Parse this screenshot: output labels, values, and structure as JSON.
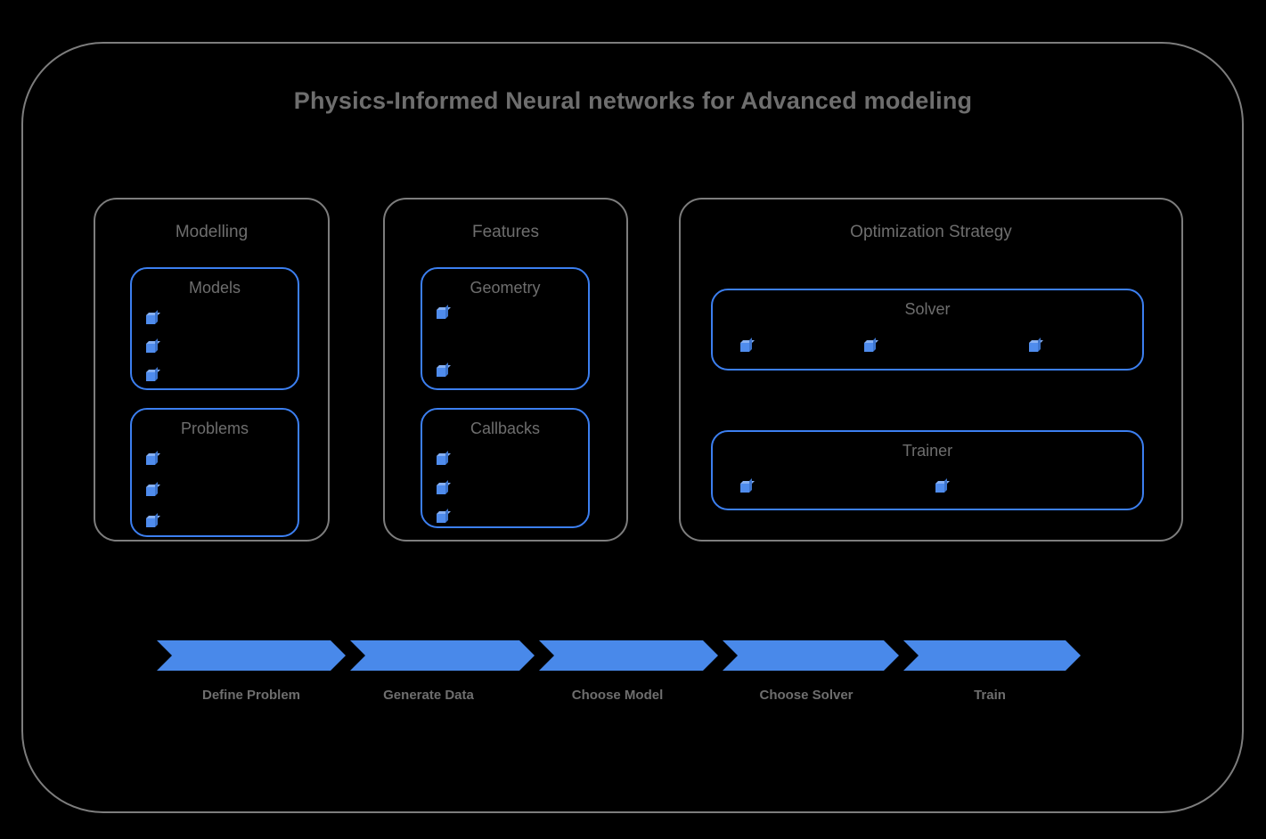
{
  "diagram": {
    "title": "Physics-Informed Neural networks for Advanced modeling",
    "frame_border_color": "#7d7d7d",
    "background_color": "#000000",
    "text_color": "#6e6e6e",
    "accent_color": "#4989ea"
  },
  "groups": [
    {
      "id": "modelling",
      "title": "Modelling",
      "boxes": [
        {
          "id": "models",
          "title": "Models",
          "item_count": 3,
          "layout": "vertical",
          "slots": [
            1,
            2,
            3
          ]
        },
        {
          "id": "problems",
          "title": "Problems",
          "item_count": 3,
          "layout": "vertical",
          "slots": [
            1,
            2,
            3
          ]
        }
      ]
    },
    {
      "id": "features",
      "title": "Features",
      "boxes": [
        {
          "id": "geometry",
          "title": "Geometry",
          "item_count": 2,
          "layout": "vertical",
          "slots": [
            1,
            3
          ]
        },
        {
          "id": "callbacks",
          "title": "Callbacks",
          "item_count": 3,
          "layout": "vertical",
          "slots": [
            1,
            2,
            3
          ]
        }
      ]
    },
    {
      "id": "optimization-strategy",
      "title": "Optimization Strategy",
      "boxes": [
        {
          "id": "solver",
          "title": "Solver",
          "item_count": 3,
          "layout": "horizontal",
          "slots": [
            1,
            2,
            3
          ]
        },
        {
          "id": "trainer",
          "title": "Trainer",
          "item_count": 2,
          "layout": "horizontal",
          "slots": [
            1,
            2
          ]
        }
      ]
    }
  ],
  "pipeline": {
    "steps": [
      {
        "label": "Define Problem"
      },
      {
        "label": "Generate Data"
      },
      {
        "label": "Choose Model"
      },
      {
        "label": "Choose Solver"
      },
      {
        "label": "Train"
      }
    ],
    "arrow_color": "#4989ea"
  },
  "icons": {
    "cube": "cube-icon"
  }
}
